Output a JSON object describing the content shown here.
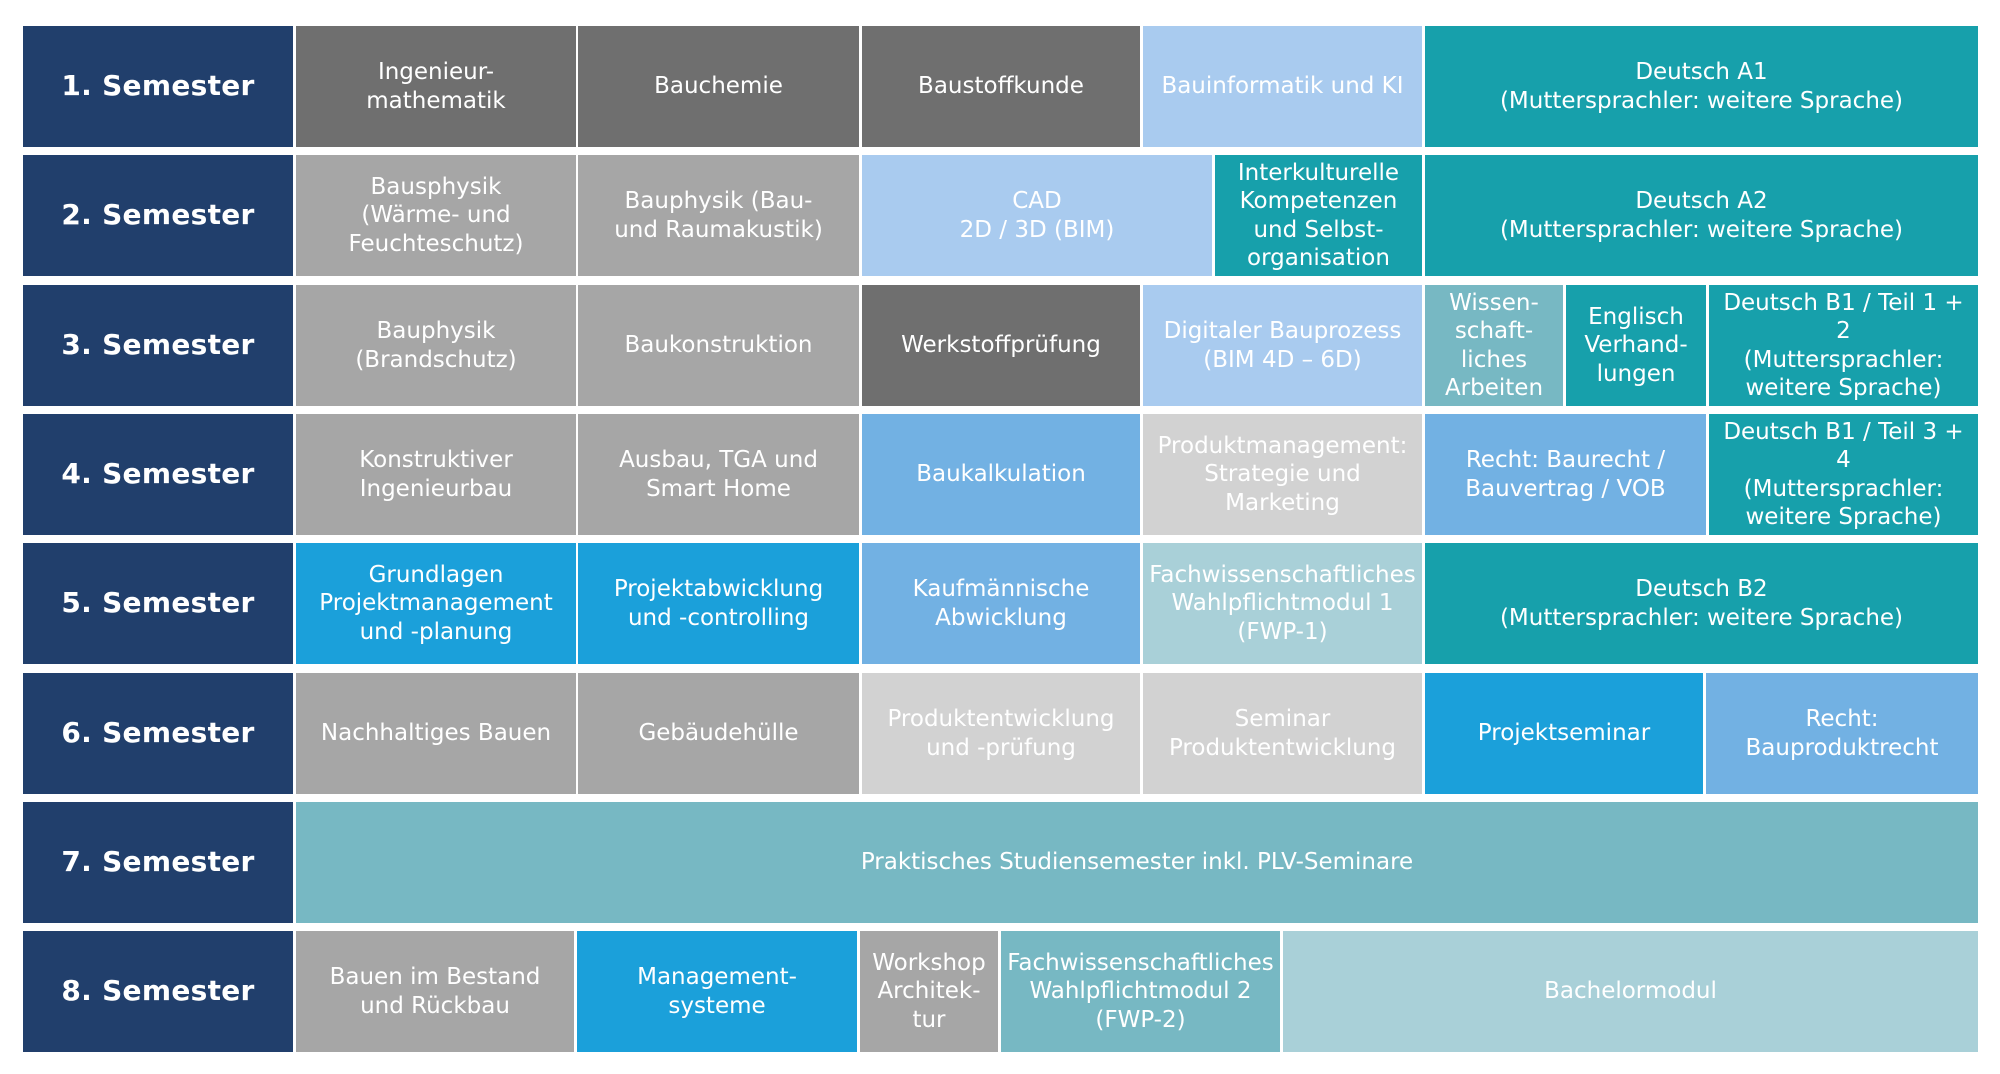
{
  "colors": {
    "navy": "#213f6c",
    "dark_gray": "#6f6f6f",
    "mid_gray": "#a6a6a6",
    "light_gray": "#d2d2d2",
    "pale_blue": "#a9cbef",
    "light_blue": "#72b1e3",
    "bright_blue": "#1ba0da",
    "dark_teal": "#17a0ab",
    "mid_teal": "#77b8c3",
    "light_teal": "#a9d0d8"
  },
  "rows": [
    {
      "label": "1. Semester",
      "cells": [
        {
          "text": "Ingenieur-\nmathematik",
          "color": "dark_gray"
        },
        {
          "text": "Bauchemie",
          "color": "dark_gray"
        },
        {
          "text": "Baustoffkunde",
          "color": "dark_gray"
        },
        {
          "text": "Bauinformatik und KI",
          "color": "pale_blue"
        },
        {
          "text": "Deutsch A1\n(Muttersprachler: weitere Sprache)",
          "color": "dark_teal"
        }
      ]
    },
    {
      "label": "2. Semester",
      "cells": [
        {
          "text": "Bausphysik\n(Wärme- und\nFeuchteschutz)",
          "color": "mid_gray"
        },
        {
          "text": "Bauphysik (Bau-\nund Raumakustik)",
          "color": "mid_gray"
        },
        {
          "text": "CAD\n2D / 3D (BIM)",
          "color": "pale_blue"
        },
        {
          "text": "Interkulturelle\nKompetenzen\nund Selbst-\norganisation",
          "color": "dark_teal"
        },
        {
          "text": "Deutsch A2\n(Muttersprachler: weitere Sprache)",
          "color": "dark_teal"
        }
      ]
    },
    {
      "label": "3. Semester",
      "cells": [
        {
          "text": "Bauphysik\n(Brandschutz)",
          "color": "mid_gray"
        },
        {
          "text": "Baukonstruktion",
          "color": "mid_gray"
        },
        {
          "text": "Werkstoffprüfung",
          "color": "dark_gray"
        },
        {
          "text": "Digitaler Bauprozess\n(BIM 4D – 6D)",
          "color": "pale_blue"
        },
        {
          "text": "Wissen-\nschaft-\nliches\nArbeiten",
          "color": "mid_teal"
        },
        {
          "text": "Englisch\nVerhand-\nlungen",
          "color": "dark_teal"
        },
        {
          "text": "Deutsch B1 / Teil 1 + 2\n(Muttersprachler:\nweitere Sprache)",
          "color": "dark_teal"
        }
      ]
    },
    {
      "label": "4. Semester",
      "cells": [
        {
          "text": "Konstruktiver\nIngenieurbau",
          "color": "mid_gray"
        },
        {
          "text": "Ausbau, TGA und\nSmart Home",
          "color": "mid_gray"
        },
        {
          "text": "Baukalkulation",
          "color": "light_blue"
        },
        {
          "text": "Produktmanagement:\nStrategie und\nMarketing",
          "color": "light_gray"
        },
        {
          "text": "Recht: Baurecht /\nBauvertrag / VOB",
          "color": "light_blue"
        },
        {
          "text": "Deutsch B1 / Teil 3 + 4\n(Muttersprachler:\nweitere Sprache)",
          "color": "dark_teal"
        }
      ]
    },
    {
      "label": "5. Semester",
      "cells": [
        {
          "text": "Grundlagen\nProjektmanagement\nund -planung",
          "color": "bright_blue"
        },
        {
          "text": "Projektabwicklung\nund -controlling",
          "color": "bright_blue"
        },
        {
          "text": "Kaufmännische\nAbwicklung",
          "color": "light_blue"
        },
        {
          "text": "Fachwissenschaftliches\nWahlpflichtmodul 1\n(FWP-1)",
          "color": "light_teal"
        },
        {
          "text": "Deutsch B2\n(Muttersprachler: weitere Sprache)",
          "color": "dark_teal"
        }
      ]
    },
    {
      "label": "6. Semester",
      "cells": [
        {
          "text": "Nachhaltiges Bauen",
          "color": "mid_gray"
        },
        {
          "text": "Gebäudehülle",
          "color": "mid_gray"
        },
        {
          "text": "Produktentwicklung\nund -prüfung",
          "color": "light_gray"
        },
        {
          "text": "Seminar\nProduktentwicklung",
          "color": "light_gray"
        },
        {
          "text": "Projektseminar",
          "color": "bright_blue"
        },
        {
          "text": "Recht:\nBauproduktrecht",
          "color": "light_blue"
        }
      ]
    },
    {
      "label": "7. Semester",
      "cells": [
        {
          "text": "Praktisches Studiensemester inkl. PLV-Seminare",
          "color": "mid_teal"
        }
      ]
    },
    {
      "label": "8. Semester",
      "cells": [
        {
          "text": "Bauen im Bestand\nund Rückbau",
          "color": "mid_gray"
        },
        {
          "text": "Management-\nsysteme",
          "color": "bright_blue"
        },
        {
          "text": "Workshop\nArchitek-\ntur",
          "color": "mid_gray"
        },
        {
          "text": "Fachwissenschaftliches\nWahlpflichtmodul 2\n(FWP-2)",
          "color": "mid_teal"
        },
        {
          "text": "Bachelormodul",
          "color": "light_teal"
        }
      ]
    }
  ]
}
